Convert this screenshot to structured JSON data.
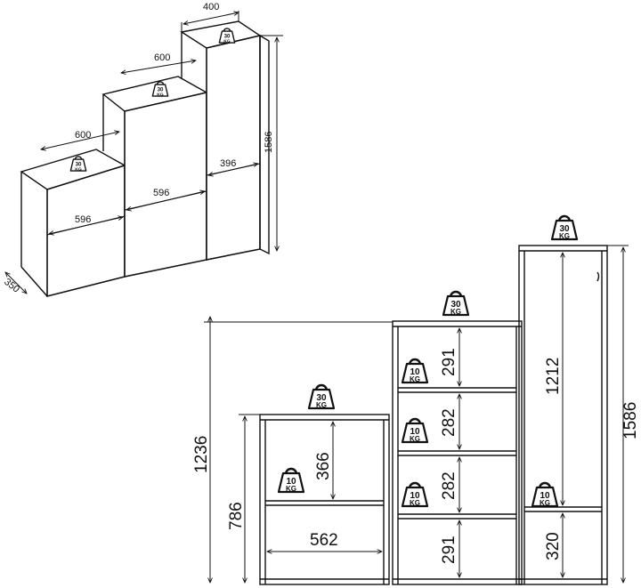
{
  "iso_view": {
    "widths": [
      "400",
      "600",
      "600"
    ],
    "height": "1586",
    "depth": "350",
    "inner_widths": [
      "596",
      "596",
      "396"
    ]
  },
  "front_view": {
    "overall_height": "1586",
    "mid_height": "1236",
    "low_height": "786",
    "low_compartment": "366",
    "low_width": "562",
    "mid_shelves": [
      "291",
      "282",
      "282",
      "291"
    ],
    "tall_upper": "1212",
    "tall_lower": "320"
  },
  "load_badges": {
    "heavy": [
      "30",
      "KG"
    ],
    "light": [
      "10",
      "KG"
    ]
  },
  "icons": [
    "weight-icon"
  ]
}
